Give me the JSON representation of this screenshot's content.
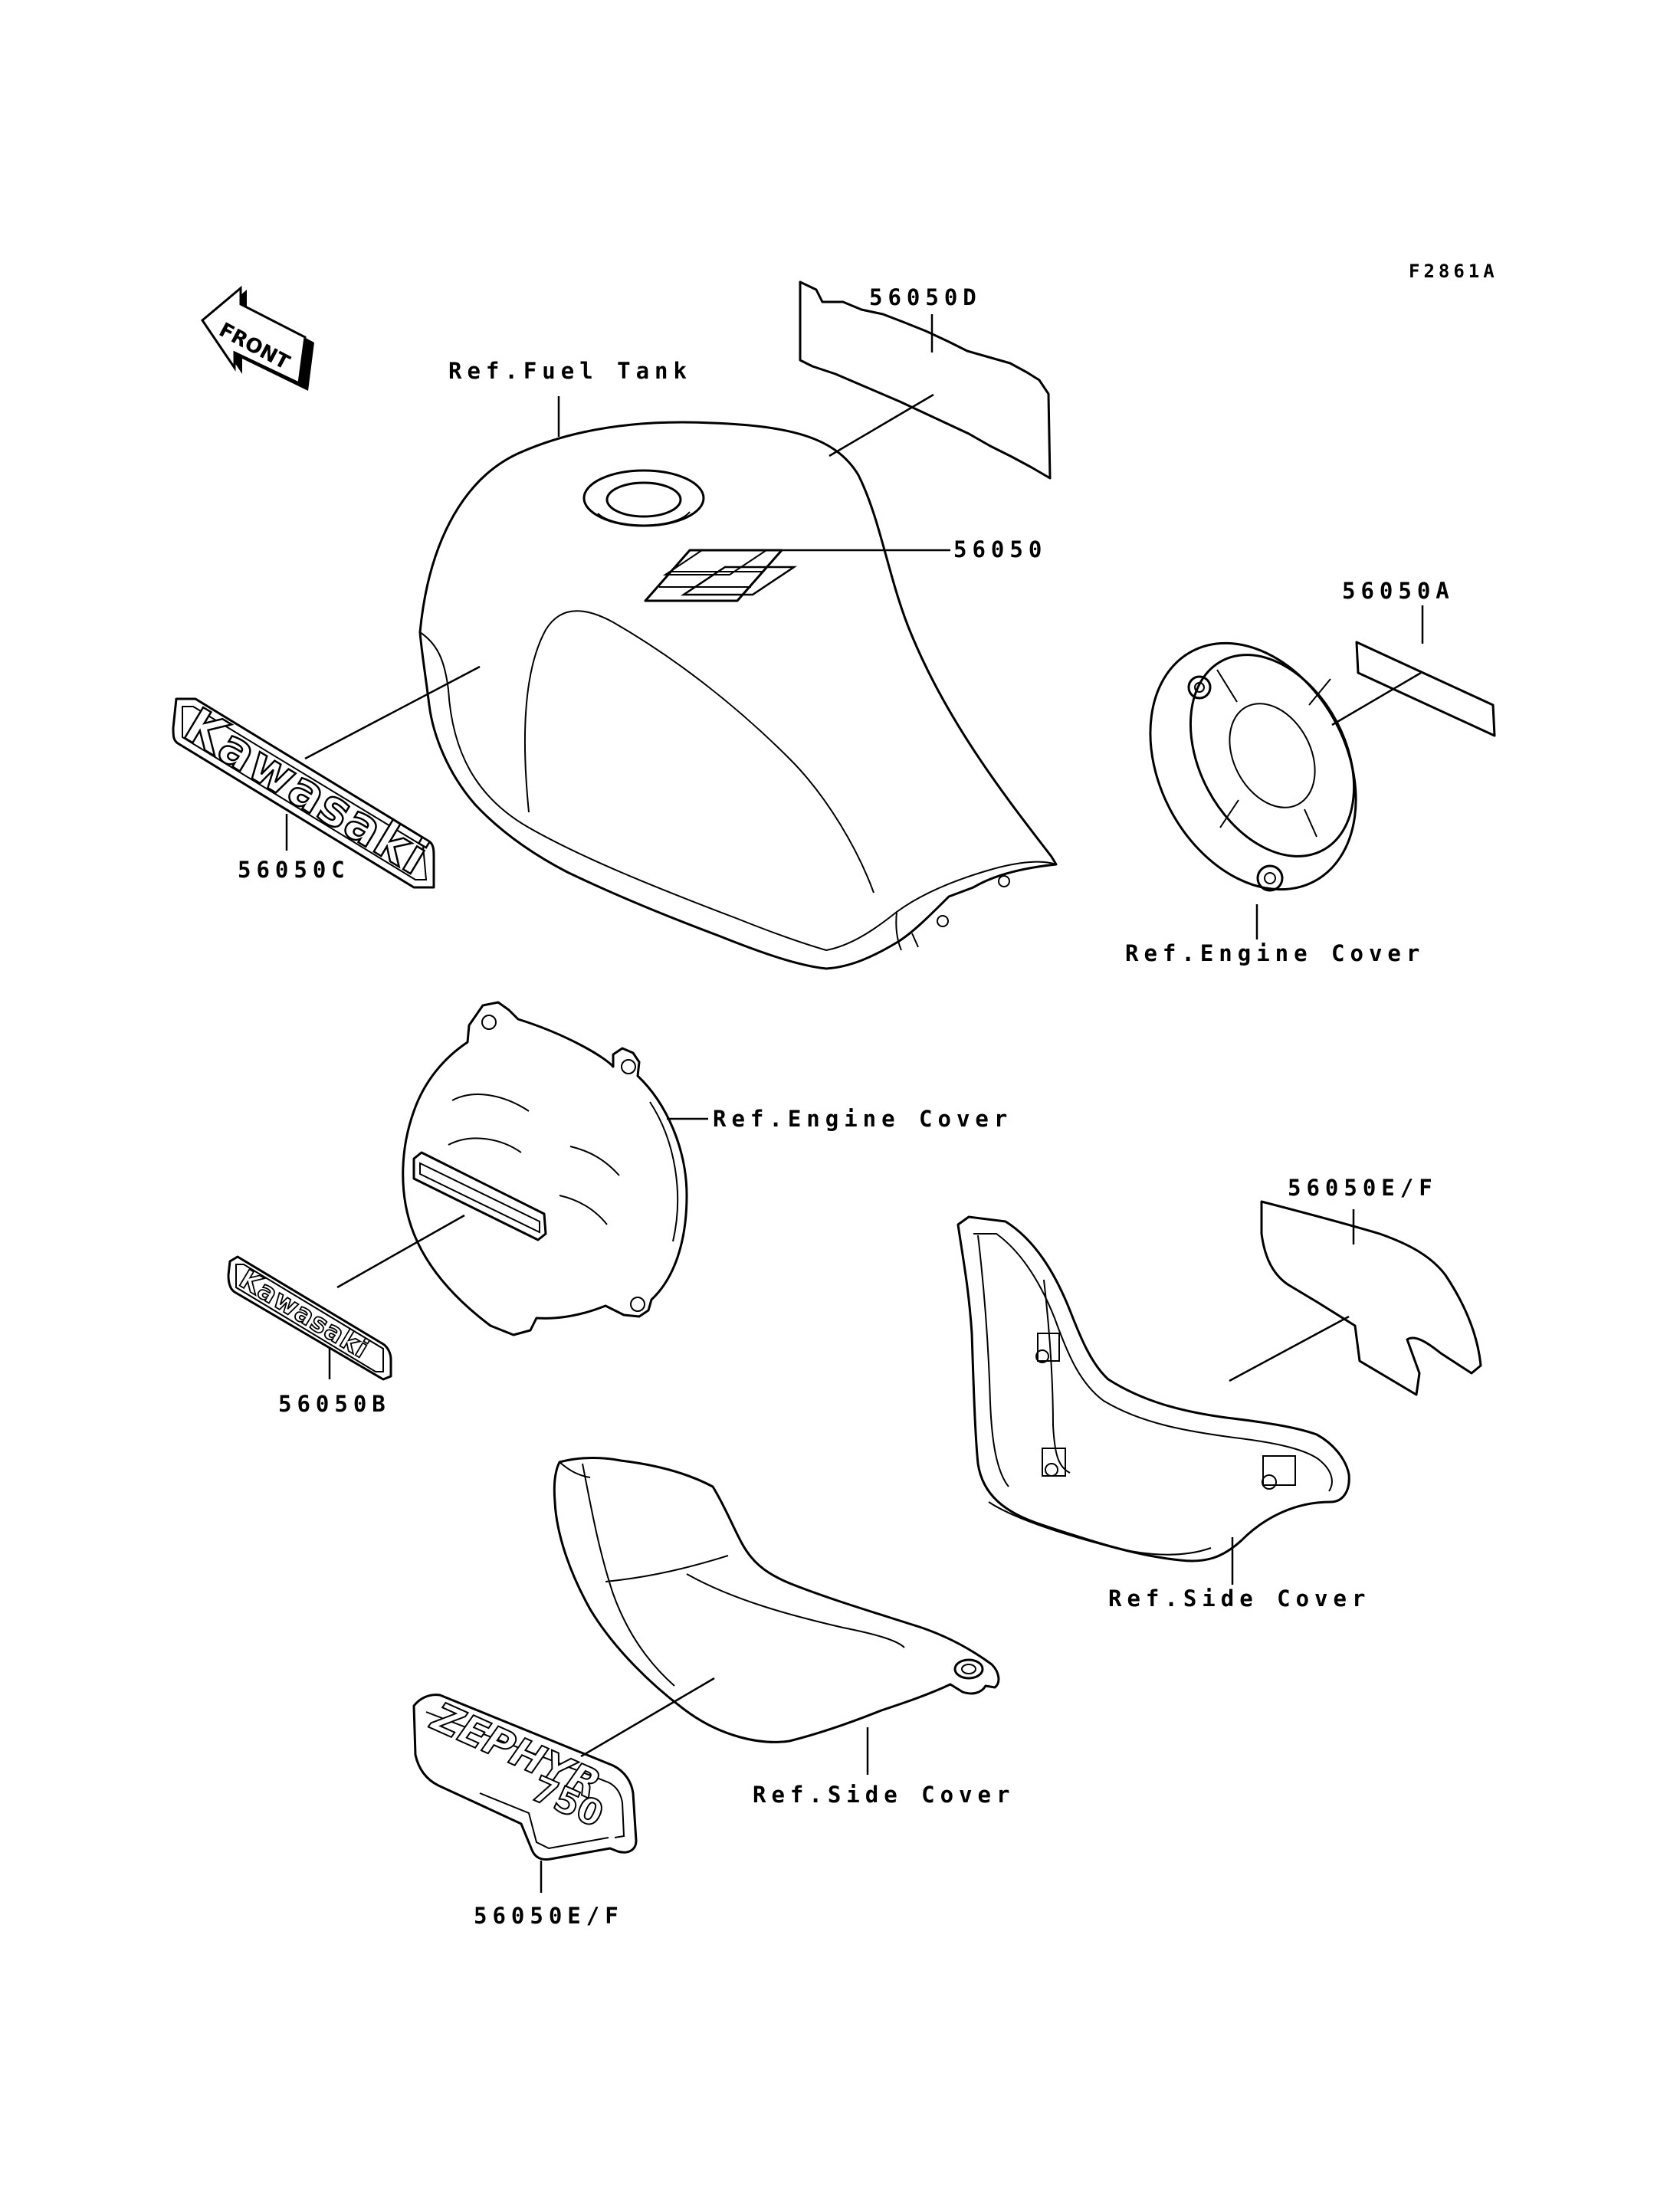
{
  "figure_code": "F2861A",
  "front_arrow": {
    "label": "FRONT"
  },
  "callouts": {
    "decal_56050d": "56050D",
    "fuel_tank": "Ref.Fuel Tank",
    "decal_56050": "56050",
    "decal_56050a": "56050A",
    "decal_56050c": "56050C",
    "engine_cover_right": "Ref.Engine Cover",
    "engine_cover_left": "Ref.Engine Cover",
    "decal_56050ef_right": "56050E/F",
    "decal_56050b": "56050B",
    "side_cover_right": "Ref.Side Cover",
    "side_cover_left": "Ref.Side Cover",
    "decal_56050ef_left": "56050E/F"
  },
  "emblems": {
    "tank_badge": "Kawasaki",
    "cover_badge": "Kawasaki",
    "side_badge_model": "ZEPHYR",
    "side_badge_size": "750"
  }
}
